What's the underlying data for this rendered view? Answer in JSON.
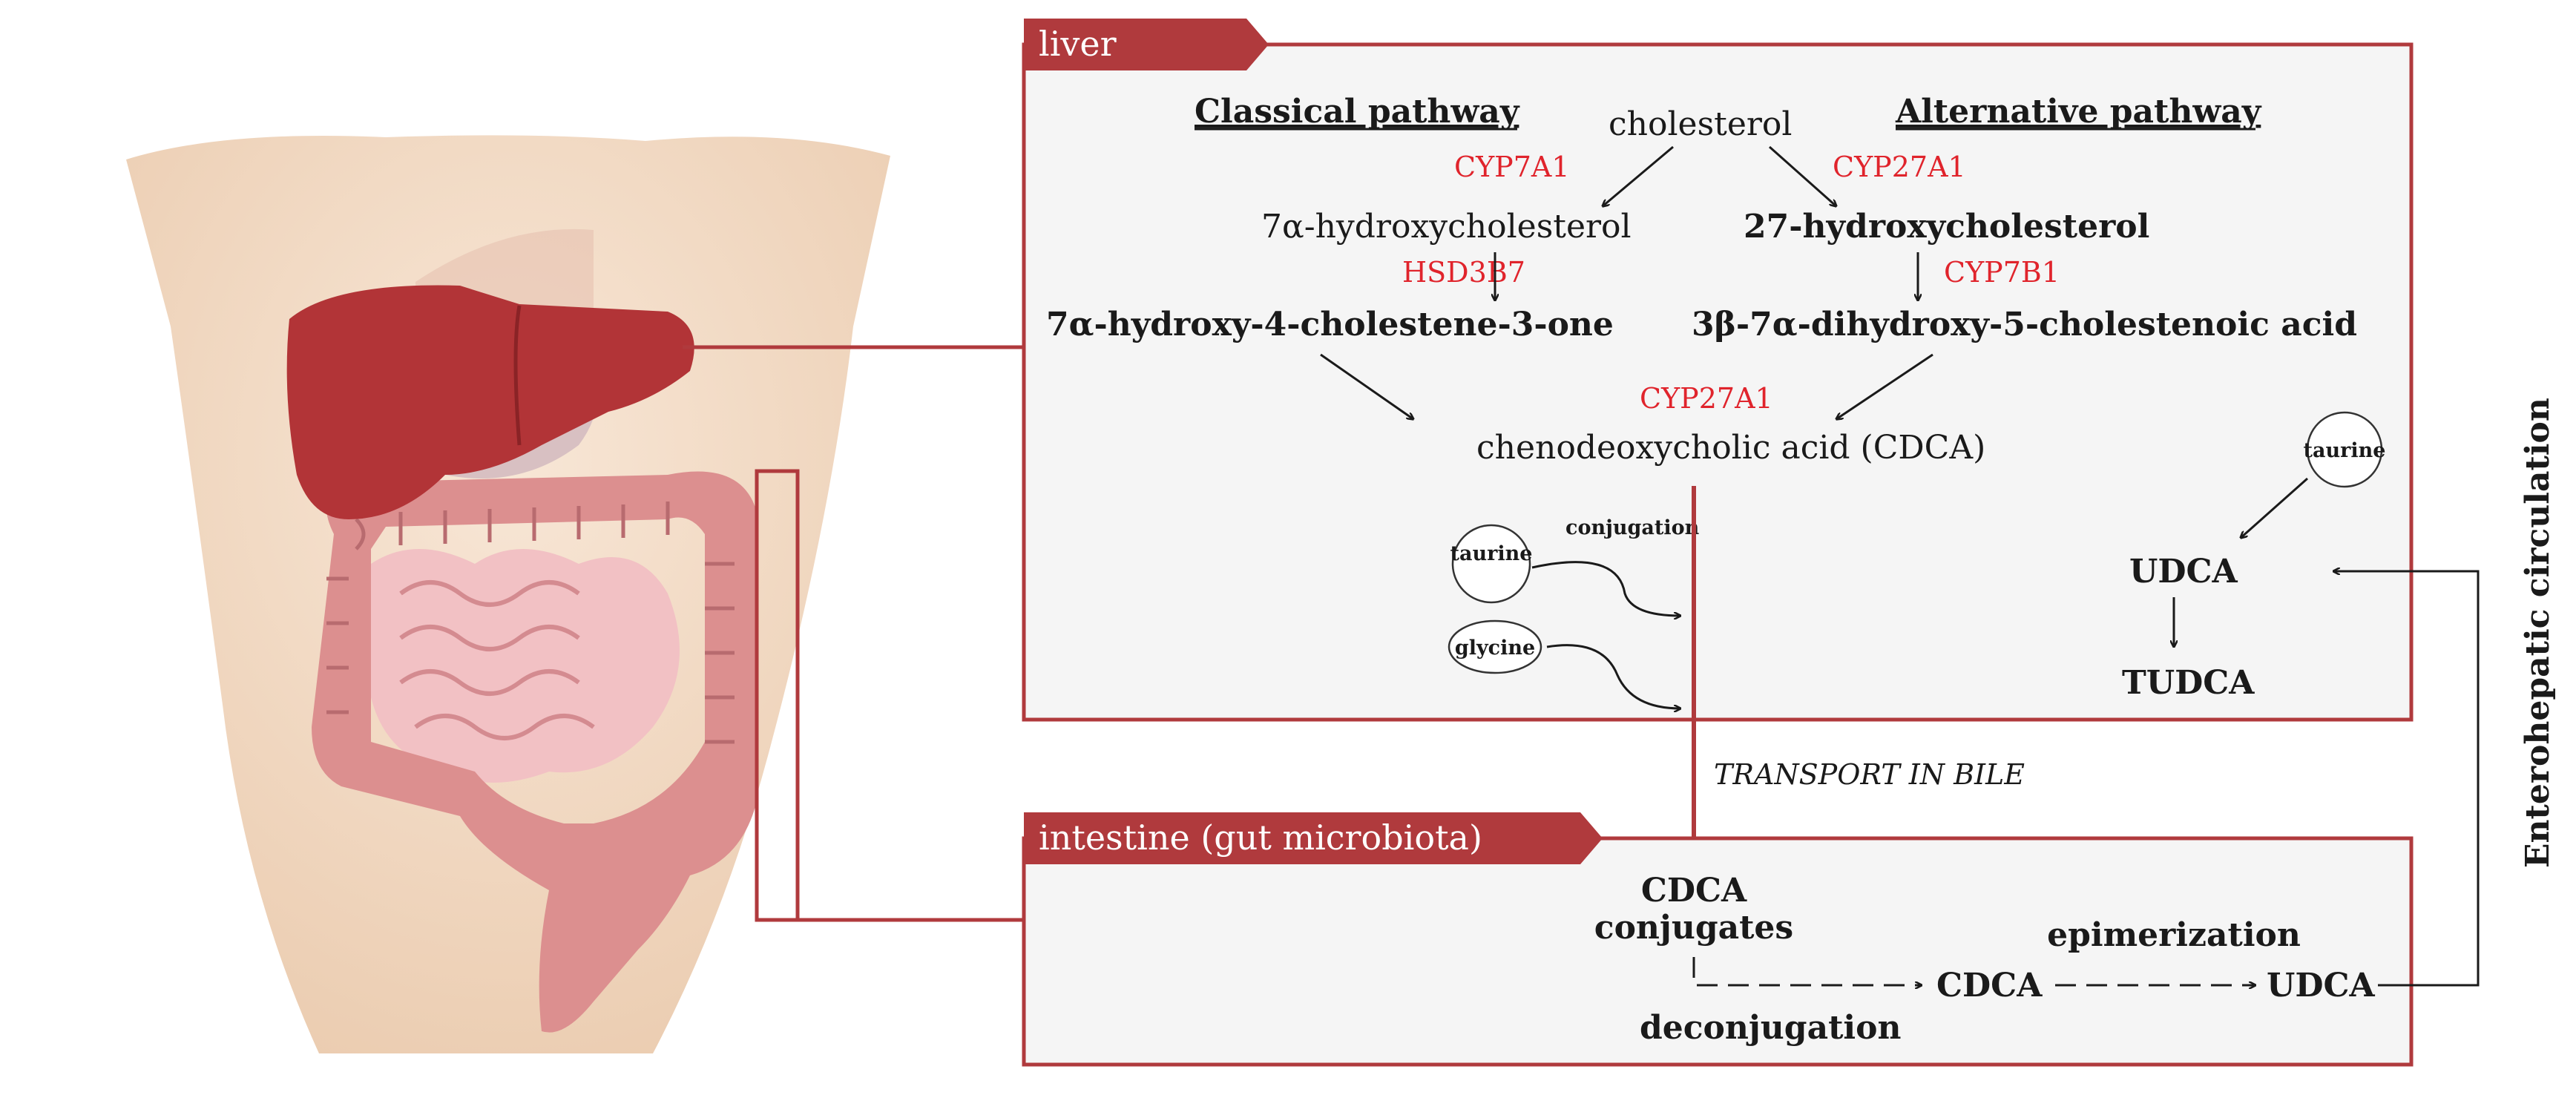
{
  "liver_section": {
    "tab_label": "liver",
    "classical_heading": "Classical pathway",
    "alternative_heading": "Alternative pathway",
    "cholesterol": "cholesterol",
    "enzyme_cyp7a1": "CYP7A1",
    "enzyme_cyp27a1_top": "CYP27A1",
    "hydroxy7a": "7α-hydroxycholesterol",
    "hydroxy27": "27-hydroxycholesterol",
    "enzyme_hsd3b7": "HSD3B7",
    "enzyme_cyp7b1": "CYP7B1",
    "cholestenone": "7α-hydroxy-4-cholestene-3-one",
    "cholestenoic": "3β-7α-dihydroxy-5-cholestenoic acid",
    "enzyme_cyp27a1_mid": "CYP27A1",
    "cdca_full": "chenodeoxycholic acid (CDCA)",
    "taurine_left": "taurine",
    "glycine": "glycine",
    "conjugation": "conjugation",
    "taurine_right": "taurine",
    "udca": "UDCA",
    "tudca": "TUDCA"
  },
  "transport_label": "TRANSPORT IN BILE",
  "intestine_section": {
    "tab_label": "intestine (gut microbiota)",
    "cdca_line1": "CDCA",
    "cdca_line2": "conjugates",
    "deconjugation": "deconjugation",
    "epimerization": "epimerization",
    "cdca": "CDCA",
    "udca": "UDCA"
  },
  "side_label": "Enterohepatic circulation",
  "colors": {
    "accent": "#b03a3d",
    "enzyme": "#e0242c",
    "panel_bg": "#f5f5f5",
    "liver_organ": "#b23437"
  }
}
